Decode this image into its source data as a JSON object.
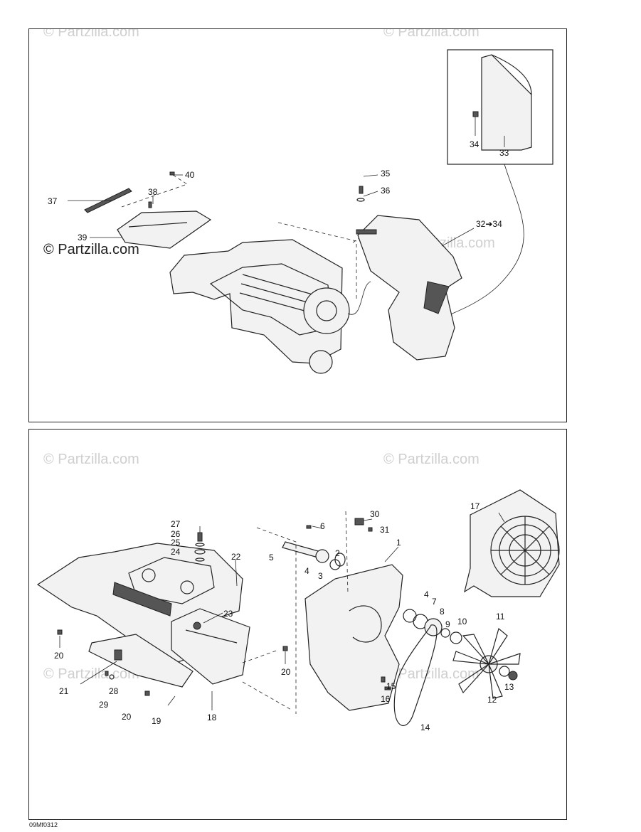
{
  "watermarks": {
    "light": "© Partzilla.com",
    "dark": "© Partzilla.com"
  },
  "figure_code": "09Mf0312",
  "top_panel": {
    "callouts": [
      "40",
      "37",
      "38",
      "39",
      "35",
      "36",
      "32➔34",
      "34",
      "33"
    ]
  },
  "bottom_panel": {
    "callouts": [
      "27",
      "26",
      "25",
      "24",
      "22",
      "23",
      "20",
      "20",
      "21",
      "28",
      "29",
      "20",
      "19",
      "18",
      "6",
      "5",
      "4",
      "3",
      "2",
      "1",
      "30",
      "31",
      "4",
      "7",
      "8",
      "9",
      "10",
      "11",
      "15",
      "16",
      "14",
      "12",
      "13",
      "17"
    ]
  },
  "colors": {
    "line": "#222222",
    "watermark": "#cfcfcf",
    "background": "#ffffff"
  }
}
